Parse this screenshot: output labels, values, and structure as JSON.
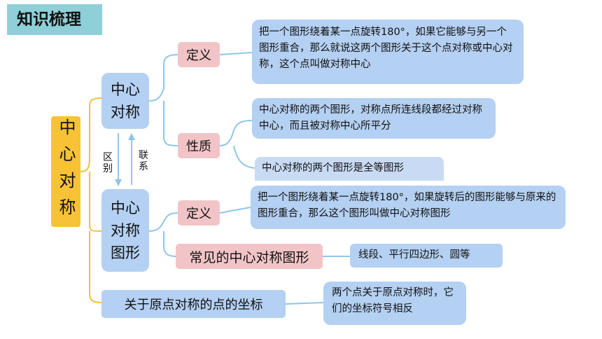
{
  "title": "知识梳理",
  "root": "中心对称",
  "central_symmetry": {
    "label": "中心对称",
    "definition_label": "定义",
    "definition_text": "把一个图形绕着某一点旋转180°，如果它能够与另一个图形重合，那么就说这两个图形关于这个点对称或中心对称，这个点叫做对称中心",
    "property_label": "性质",
    "property_1": "中心对称的两个图形，对称点所连线段都经过对称中心，而且被对称中心所平分",
    "property_2": "中心对称的两个图形是全等图形"
  },
  "relation": {
    "difference": "区别",
    "connection": "联系"
  },
  "central_symmetric_figure": {
    "label": "中心对称图形",
    "definition_label": "定义",
    "definition_text": "把一个图形绕着某一点旋转180°，如果旋转后的图形能够与原来的图形重合，那么这个图形叫做中心对称图形",
    "common_label": "常见的中心对称图形",
    "common_text": "线段、平行四边形、圆等"
  },
  "coordinates": {
    "label": "关于原点对称的点的坐标",
    "text": "两个点关于原点对称时，它们的坐标符号相反"
  },
  "colors": {
    "banner": "#8fd0d8",
    "root": "#f7c236",
    "blue_box": "#b4d0f2",
    "pink_box": "#f2c4c7",
    "connector_orange": "#f0c040",
    "connector_blue": "#8fc6e8"
  }
}
